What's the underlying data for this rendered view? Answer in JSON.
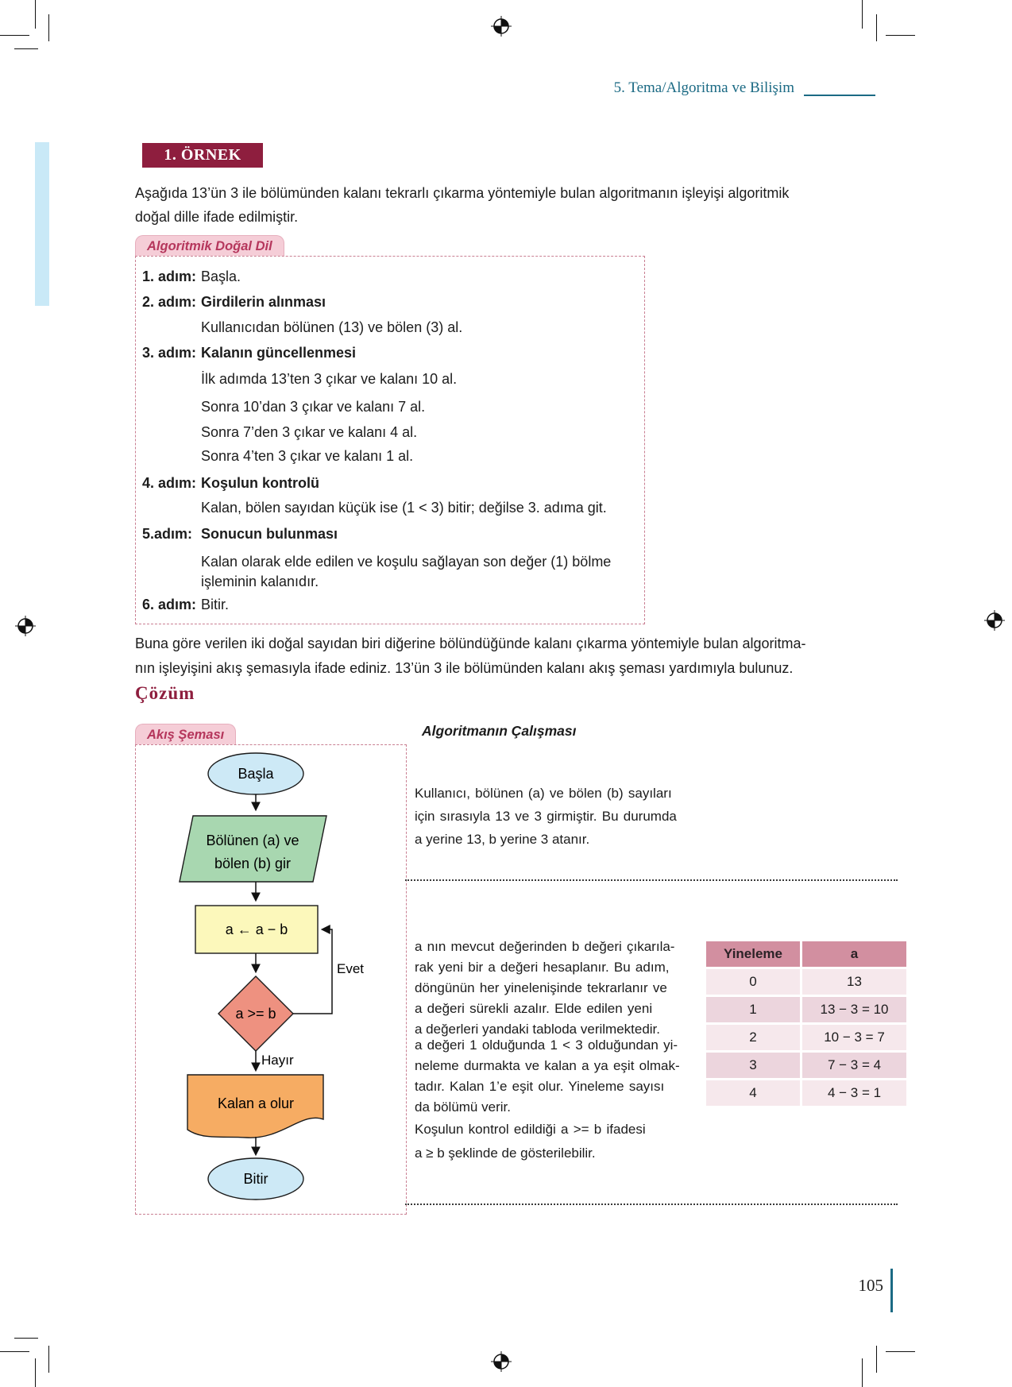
{
  "page": {
    "header": "5. Tema/Algoritma ve Bilişim",
    "page_number": "105"
  },
  "colors": {
    "accent_maroon": "#8e1e3e",
    "accent_teal": "#1b6a84",
    "tab_pink_bg": "#f5cdd7",
    "tab_pink_text": "#b5365c",
    "node_terminal": "#cde9f6",
    "node_input": "#a8d7b0",
    "node_process": "#fcf8bb",
    "node_decision": "#ee9180",
    "node_output": "#f6ac63",
    "table_header_bg": "#d28fa0",
    "table_row_light": "#f6e8ec",
    "table_row_dark": "#ecd5dd"
  },
  "example": {
    "badge": "1. ÖRNEK",
    "intro_lines": [
      "Aşağıda 13’ün 3 ile bölümünden kalanı tekrarlı çıkarma yöntemiyle bulan algoritmanın işleyişi algoritmik",
      "doğal dille ifade edilmiştir."
    ],
    "natural_language_tab": "Algoritmik Doğal Dil",
    "steps": [
      {
        "label": "1. adım:",
        "text": "Başla."
      },
      {
        "label": "2. adım:",
        "text": "Girdilerin alınması"
      },
      {
        "label": "",
        "text": "Kullanıcıdan bölünen (13) ve bölen (3) al."
      },
      {
        "label": "3. adım:",
        "text": "Kalanın güncellenmesi"
      },
      {
        "label": "",
        "text": "İlk adımda 13’ten 3 çıkar ve kalanı 10 al."
      },
      {
        "label": "",
        "text": "Sonra 10’dan 3 çıkar ve kalanı 7 al."
      },
      {
        "label": "",
        "text": "Sonra 7’den 3 çıkar ve kalanı 4 al."
      },
      {
        "label": "",
        "text": "Sonra 4’ten 3 çıkar ve kalanı 1 al."
      },
      {
        "label": "4. adım:",
        "text": "Koşulun kontrolü"
      },
      {
        "label": "",
        "text": "Kalan, bölen sayıdan küçük ise (1 < 3) bitir; değilse 3. adıma git."
      },
      {
        "label": "5.adım:",
        "text": "Sonucun bulunması"
      },
      {
        "label": "",
        "text": "Kalan olarak elde edilen ve koşulu sağlayan son değer (1) bölme"
      },
      {
        "label": "",
        "text": "işleminin kalanıdır."
      },
      {
        "label": "6. adım:",
        "text": "Bitir."
      }
    ],
    "followup_lines": [
      "Buna göre verilen iki doğal sayıdan biri diğerine bölündüğünde kalanı çıkarma yöntemiyle bulan algoritma-",
      "nın işleyişini akış şemasıyla ifade ediniz. 13’ün 3 ile bölümünden kalanı akış şeması yardımıyla bulunuz."
    ],
    "solution_heading": "Çözüm"
  },
  "flowchart": {
    "tab": "Akış Şeması",
    "start": "Başla",
    "input_line1": "Bölünen (a) ve",
    "input_line2": "bölen (b) gir",
    "process": "a ← a − b",
    "decision": "a >= b",
    "yes_label": "Evet",
    "no_label": "Hayır",
    "output": "Kalan a olur",
    "end": "Bitir"
  },
  "explanation": {
    "heading": "Algoritmanın Çalışması",
    "para1_lines": [
      "Kullanıcı, bölünen (a) ve bölen (b) sayıları",
      "için sırasıyla 13 ve 3 girmiştir. Bu durumda",
      "a yerine 13, b yerine 3 atanır."
    ],
    "para2_lines": [
      "a nın mevcut değerinden b değeri çıkarıla-",
      "rak yeni bir a değeri hesaplanır. Bu adım,",
      "döngünün her yinelenişinde tekrarlanır ve",
      "a değeri sürekli azalır. Elde edilen yeni",
      "a değerleri yandaki tabloda verilmektedir."
    ],
    "para3_lines": [
      "a değeri 1 olduğunda 1 < 3 olduğundan yi-",
      "neleme durmakta ve kalan a ya eşit olmak-",
      "tadır. Kalan 1’e eşit olur. Yineleme sayısı",
      "da bölümü verir."
    ],
    "para4_lines": [
      "Koşulun kontrol edildiği a >= b ifadesi",
      "a ≥ b şeklinde de gösterilebilir."
    ]
  },
  "table": {
    "headers": [
      "Yineleme",
      "a"
    ],
    "rows": [
      [
        "0",
        "13"
      ],
      [
        "1",
        "13 − 3 = 10"
      ],
      [
        "2",
        "10 − 3 = 7"
      ],
      [
        "3",
        "7 − 3 = 4"
      ],
      [
        "4",
        "4 − 3 = 1"
      ]
    ]
  }
}
